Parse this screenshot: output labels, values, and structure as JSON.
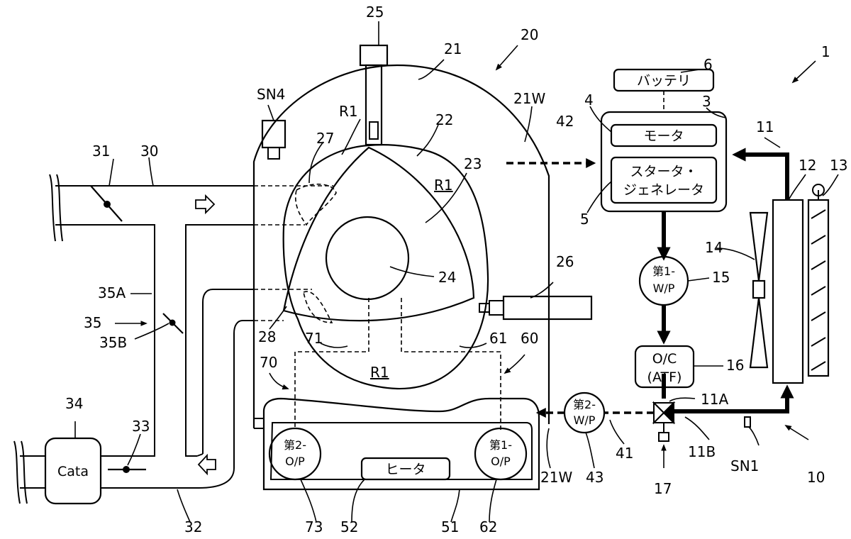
{
  "labels": {
    "n1": "1",
    "n3": "3",
    "n4": "4",
    "n5": "5",
    "n6": "6",
    "n10": "10",
    "n11": "11",
    "n11a": "11A",
    "n11b": "11B",
    "n12": "12",
    "n13": "13",
    "n14": "14",
    "n15": "15",
    "n16": "16",
    "n17": "17",
    "n20": "20",
    "n21": "21",
    "n21w_top": "21W",
    "n21w_bot": "21W",
    "n22": "22",
    "n23": "23",
    "n24": "24",
    "n25": "25",
    "n26": "26",
    "n27": "27",
    "n28": "28",
    "n30": "30",
    "n31": "31",
    "n32": "32",
    "n33": "33",
    "n34": "34",
    "n35": "35",
    "n35a": "35A",
    "n35b": "35B",
    "n41": "41",
    "n42": "42",
    "n43": "43",
    "n51": "51",
    "n52": "52",
    "n60": "60",
    "n61": "61",
    "n62": "62",
    "n70": "70",
    "n71": "71",
    "n73": "73",
    "sn1": "SN1",
    "sn4": "SN4",
    "r1_top": "R1",
    "r1_right": "R1",
    "r1_bottom": "R1"
  },
  "boxes": {
    "battery": "バッテリ",
    "motor": "モータ",
    "starter_line1": "スタータ・",
    "starter_line2": "ジェネレータ",
    "oc_line1": "O/C",
    "oc_line2": "(ATF)",
    "heater": "ヒータ",
    "cata": "Cata"
  },
  "pumps": {
    "wp1_line1": "第1-",
    "wp1_line2": "W/P",
    "wp2_line1": "第2-",
    "wp2_line2": "W/P",
    "op1_line1": "第1-",
    "op1_line2": "O/P",
    "op2_line1": "第2-",
    "op2_line2": "O/P"
  }
}
